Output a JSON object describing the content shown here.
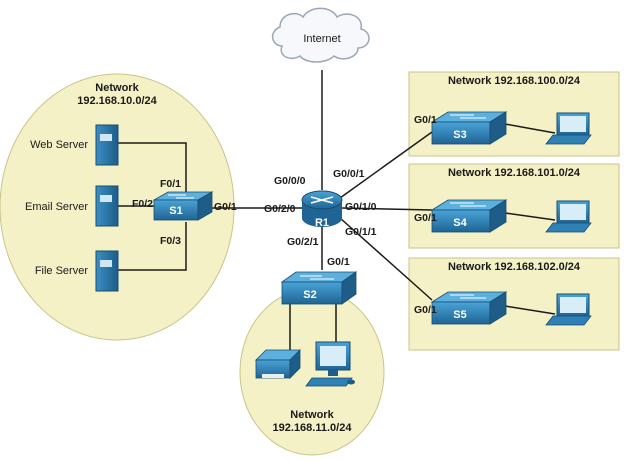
{
  "cloud": {
    "label": "Internet"
  },
  "networks": {
    "left": {
      "title": "Network",
      "address": "192.168.10.0/24"
    },
    "bottom": {
      "title": "Network",
      "address": "192.168.11.0/24"
    },
    "s3": {
      "title": "Network 192.168.100.0/24"
    },
    "s4": {
      "title": "Network 192.168.101.0/24"
    },
    "s5": {
      "title": "Network 192.168.102.0/24"
    }
  },
  "servers": {
    "web": "Web Server",
    "email": "Email Server",
    "file": "File Server"
  },
  "devices": {
    "r1": "R1",
    "s1": "S1",
    "s2": "S2",
    "s3": "S3",
    "s4": "S4",
    "s5": "S5"
  },
  "ports": {
    "r1_g000": "G0/0/0",
    "r1_g001": "G0/0/1",
    "r1_g010": "G0/1/0",
    "r1_g011": "G0/1/1",
    "r1_g020": "G0/2/0",
    "r1_g021": "G0/2/1",
    "s1_f01": "F0/1",
    "s1_f02": "F0/2",
    "s1_f03": "F0/3",
    "s1_g01": "G0/1",
    "s2_g01": "G0/1",
    "s3_g01": "G0/1",
    "s4_g01": "G0/1",
    "s5_g01": "G0/1"
  },
  "colors": {
    "zone_fill": "#f4f1c6",
    "zone_stroke": "#c9c48a",
    "device": "#2e80b5",
    "device_dark": "#1d5d87",
    "link": "#1a1a1a"
  }
}
